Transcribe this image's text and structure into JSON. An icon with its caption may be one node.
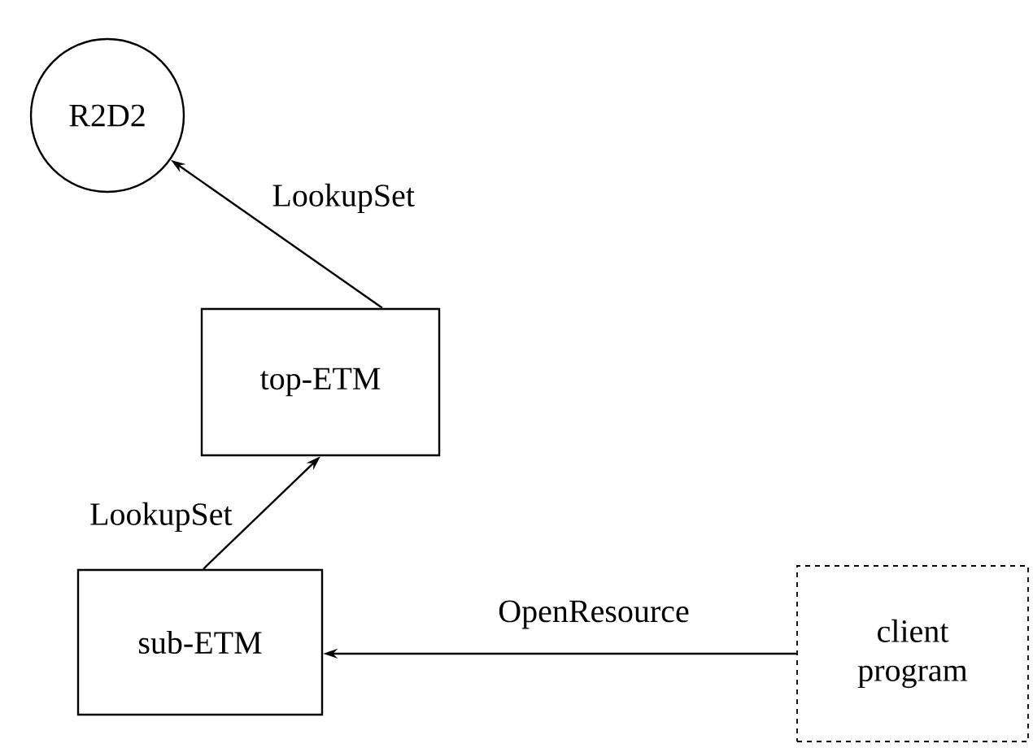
{
  "diagram": {
    "nodes": [
      {
        "text": [
          "R2D2"
        ]
      },
      {
        "text": [
          "top-ETM"
        ]
      },
      {
        "text": [
          "sub-ETM"
        ]
      },
      {
        "text": [
          "client program"
        ]
      }
    ],
    "edges": [
      {
        "from": 1,
        "to": 0,
        "arrow": "to",
        "label": "LookupSet"
      },
      {
        "from": 2,
        "to": 1,
        "arrow": "to",
        "label": "LookupSet"
      },
      {
        "from": 3,
        "to": 2,
        "arrow": "to",
        "label": "OpenResource"
      }
    ]
  }
}
